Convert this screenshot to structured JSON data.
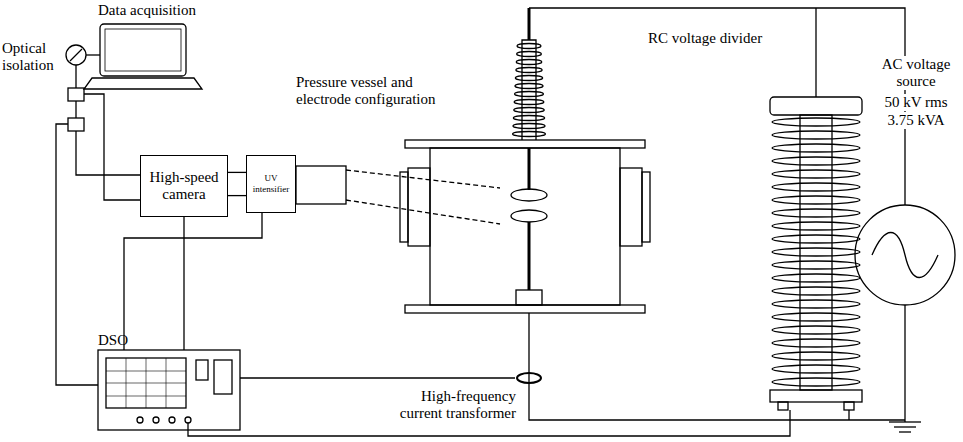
{
  "diagram": {
    "nodes": [
      {
        "text": [
          "High-speed camera"
        ]
      },
      {
        "text": [
          "UV intensifier"
        ]
      }
    ],
    "edges": [
      {
        "from": 0,
        "to": 1,
        "arrow": "none"
      },
      {
        "from": 0,
        "to": 1,
        "arrow": "none"
      }
    ],
    "labels": [
      "Data acquisition",
      "Optical isolation",
      "Pressure vessel and electrode configuration",
      "RC voltage divider",
      "AC voltage source",
      "50 kV rms",
      "3.75 kVA",
      "DSO",
      "High-frequency current transformer"
    ]
  }
}
